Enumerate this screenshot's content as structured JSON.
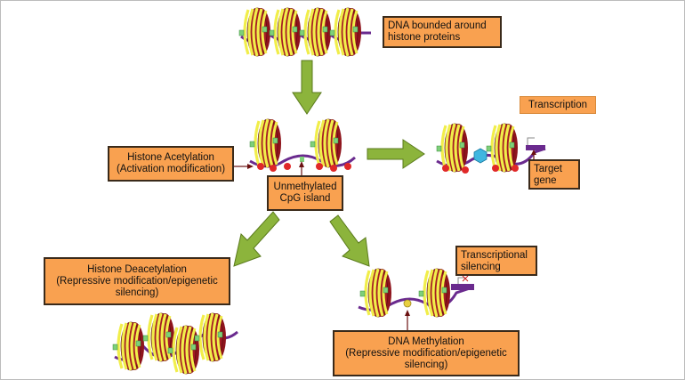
{
  "labels": {
    "dna_bounded": "DNA bounded around\nhistone proteins",
    "transcription": "Transcription",
    "histone_acetylation": "Histone Acetylation\n(Activation modification)",
    "unmethylated": "Unmethylated\nCpG island",
    "target_gene": "Target\ngene",
    "histone_deacetylation": "Histone Deacetylation\n(Repressive modification/epigenetic\nsilencing)",
    "transcriptional_silencing": "Transcriptional\nsilencing",
    "dna_methylation": "DNA Methylation\n(Repressive modification/epigenetic\nsilencing)"
  },
  "colors": {
    "box_fill": "#f9a150",
    "histone_red": "#9e1a22",
    "histone_yellow": "#f1ee4a",
    "dna_purple": "#6a2a8e",
    "arrow_green": "#8cb43c",
    "arrow_edge": "#5a7a1c",
    "methyl_mark": "#e02828",
    "factor_cyan": "#3fb6e0"
  }
}
